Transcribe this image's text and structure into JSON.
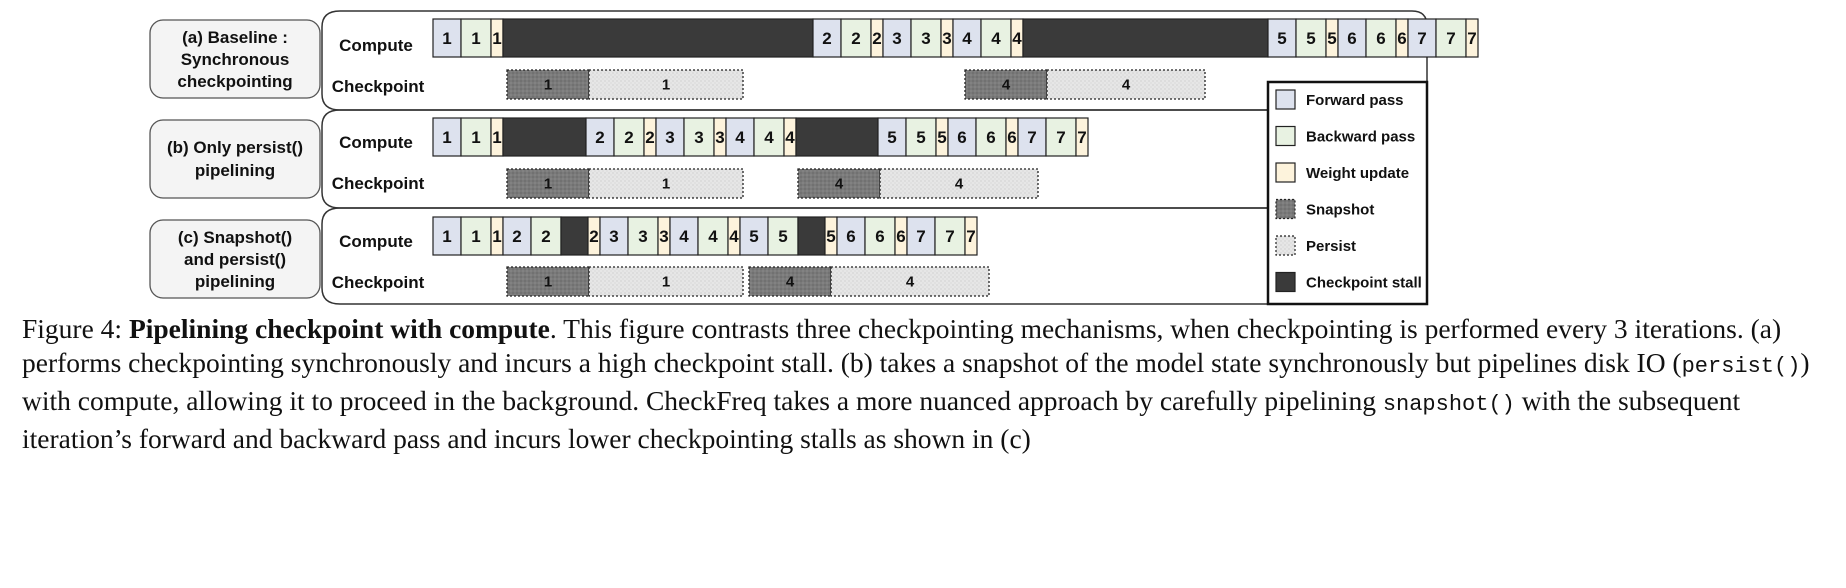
{
  "colors": {
    "forward": "#dde2ee",
    "backward": "#e8f2e2",
    "update": "#fdf3dc",
    "snapshot": "#777777",
    "persist": "#e4e4e4",
    "stall": "#3a3a3a"
  },
  "panels": [
    {
      "label": [
        "(a) Baseline :",
        "Synchronous",
        "checkpointing"
      ],
      "compute_label": "Compute",
      "checkpoint_label": "Checkpoint",
      "compute": [
        {
          "k": "f",
          "t": "1"
        },
        {
          "k": "b",
          "t": "1"
        },
        {
          "k": "u",
          "t": "1"
        },
        {
          "k": "s",
          "t": ""
        },
        {
          "k": "f",
          "t": "2"
        },
        {
          "k": "b",
          "t": "2"
        },
        {
          "k": "u",
          "t": "2"
        },
        {
          "k": "f",
          "t": "3"
        },
        {
          "k": "b",
          "t": "3"
        },
        {
          "k": "u",
          "t": "3"
        },
        {
          "k": "f",
          "t": "4"
        },
        {
          "k": "b",
          "t": "4"
        },
        {
          "k": "u",
          "t": "4"
        },
        {
          "k": "s",
          "t": ""
        },
        {
          "k": "f",
          "t": "5"
        },
        {
          "k": "b",
          "t": "5"
        },
        {
          "k": "u",
          "t": "5"
        },
        {
          "k": "f",
          "t": "6"
        },
        {
          "k": "b",
          "t": "6"
        },
        {
          "k": "u",
          "t": "6"
        },
        {
          "k": "f",
          "t": "7"
        },
        {
          "k": "b",
          "t": "7"
        },
        {
          "k": "u",
          "t": "7"
        }
      ],
      "checkpoint": [
        {
          "snap": "1",
          "persist": "1"
        },
        {
          "snap": "4",
          "persist": "4"
        }
      ]
    },
    {
      "label": [
        "(b) Only persist()",
        "pipelining"
      ],
      "compute_label": "Compute",
      "checkpoint_label": "Checkpoint",
      "compute": [
        {
          "k": "f",
          "t": "1"
        },
        {
          "k": "b",
          "t": "1"
        },
        {
          "k": "u",
          "t": "1"
        },
        {
          "k": "s",
          "t": ""
        },
        {
          "k": "f",
          "t": "2"
        },
        {
          "k": "b",
          "t": "2"
        },
        {
          "k": "u",
          "t": "2"
        },
        {
          "k": "f",
          "t": "3"
        },
        {
          "k": "b",
          "t": "3"
        },
        {
          "k": "u",
          "t": "3"
        },
        {
          "k": "f",
          "t": "4"
        },
        {
          "k": "b",
          "t": "4"
        },
        {
          "k": "u",
          "t": "4"
        },
        {
          "k": "s",
          "t": ""
        },
        {
          "k": "f",
          "t": "5"
        },
        {
          "k": "b",
          "t": "5"
        },
        {
          "k": "u",
          "t": "5"
        },
        {
          "k": "f",
          "t": "6"
        },
        {
          "k": "b",
          "t": "6"
        },
        {
          "k": "u",
          "t": "6"
        },
        {
          "k": "f",
          "t": "7"
        },
        {
          "k": "b",
          "t": "7"
        },
        {
          "k": "u",
          "t": "7"
        }
      ],
      "checkpoint": [
        {
          "snap": "1",
          "persist": "1"
        },
        {
          "snap": "4",
          "persist": "4"
        }
      ]
    },
    {
      "label": [
        "(c) Snapshot()",
        "and persist()",
        "pipelining"
      ],
      "compute_label": "Compute",
      "checkpoint_label": "Checkpoint",
      "compute": [
        {
          "k": "f",
          "t": "1"
        },
        {
          "k": "b",
          "t": "1"
        },
        {
          "k": "u",
          "t": "1"
        },
        {
          "k": "f",
          "t": "2"
        },
        {
          "k": "b",
          "t": "2"
        },
        {
          "k": "s",
          "t": ""
        },
        {
          "k": "u",
          "t": "2"
        },
        {
          "k": "f",
          "t": "3"
        },
        {
          "k": "b",
          "t": "3"
        },
        {
          "k": "u",
          "t": "3"
        },
        {
          "k": "f",
          "t": "4"
        },
        {
          "k": "b",
          "t": "4"
        },
        {
          "k": "u",
          "t": "4"
        },
        {
          "k": "f",
          "t": "5"
        },
        {
          "k": "b",
          "t": "5"
        },
        {
          "k": "s",
          "t": ""
        },
        {
          "k": "u",
          "t": "5"
        },
        {
          "k": "f",
          "t": "6"
        },
        {
          "k": "b",
          "t": "6"
        },
        {
          "k": "u",
          "t": "6"
        },
        {
          "k": "f",
          "t": "7"
        },
        {
          "k": "b",
          "t": "7"
        },
        {
          "k": "u",
          "t": "7"
        }
      ],
      "checkpoint": [
        {
          "snap": "1",
          "persist": "1"
        },
        {
          "snap": "4",
          "persist": "4"
        }
      ]
    }
  ],
  "legend": [
    {
      "key": "forward",
      "label": "Forward pass"
    },
    {
      "key": "backward",
      "label": "Backward pass"
    },
    {
      "key": "update",
      "label": "Weight update"
    },
    {
      "key": "snapshot",
      "label": "Snapshot"
    },
    {
      "key": "persist",
      "label": "Persist"
    },
    {
      "key": "stall",
      "label": "Checkpoint stall"
    }
  ],
  "caption": {
    "prefix": "Figure 4: ",
    "bold": "Pipelining checkpoint with compute",
    "s1": ". This figure contrasts three checkpointing mechanisms, when checkpointing is performed every 3 iterations. (a) performs checkpointing synchronously and incurs a high checkpoint stall. (b) takes a snapshot of the model state synchronously but pipelines disk IO (",
    "code1": "persist()",
    "s2": ") with compute, allowing it to proceed in the background. CheckFreq takes a more nuanced approach by carefully pipelining ",
    "code2": "snapshot()",
    "s3": " with the subsequent iteration’s forward and backward pass and incurs lower checkpointing stalls as shown in (c)"
  }
}
